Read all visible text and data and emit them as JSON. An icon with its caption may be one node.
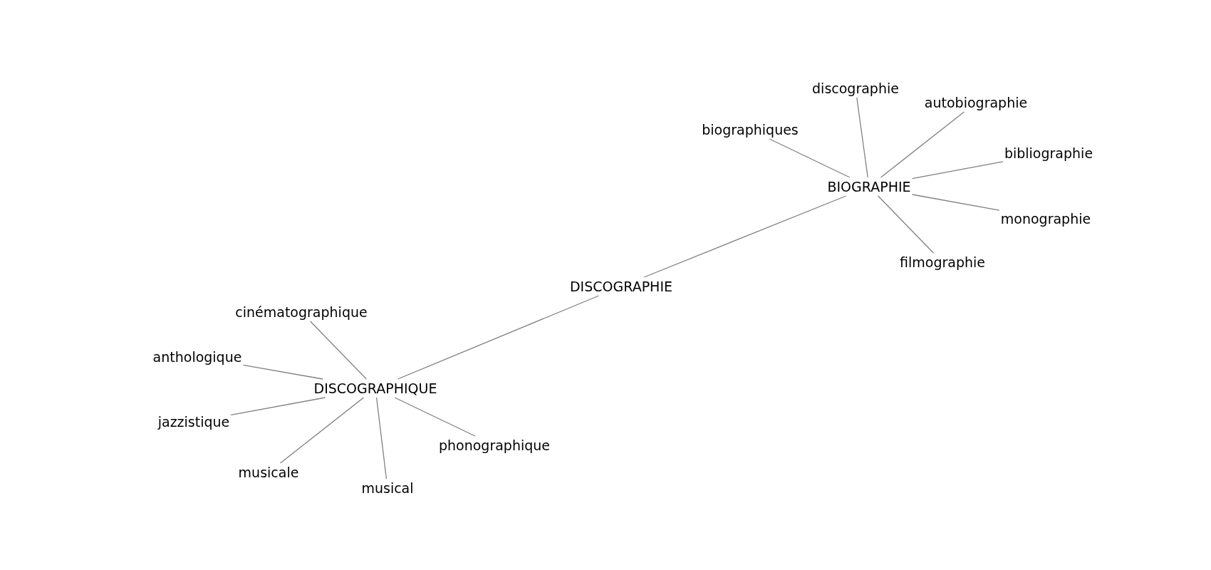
{
  "diagram": {
    "nodes": [
      {
        "text": [
          "discographie"
        ]
      },
      {
        "text": [
          "autobiographie"
        ]
      },
      {
        "text": [
          "biographiques"
        ]
      },
      {
        "text": [
          "bibliographie"
        ]
      },
      {
        "text": [
          "BIOGRAPHIE"
        ]
      },
      {
        "text": [
          "monographie"
        ]
      },
      {
        "text": [
          "filmographie"
        ]
      },
      {
        "text": [
          "DISCOGRAPHIE"
        ]
      },
      {
        "text": [
          "cinématographique"
        ]
      },
      {
        "text": [
          "anthologique"
        ]
      },
      {
        "text": [
          "DISCOGRAPHIQUE"
        ]
      },
      {
        "text": [
          "jazzistique"
        ]
      },
      {
        "text": [
          "phonographique"
        ]
      },
      {
        "text": [
          "musicale"
        ]
      },
      {
        "text": [
          "musical"
        ]
      }
    ],
    "edges": [
      {
        "from": 4,
        "to": 0,
        "arrow": "none"
      },
      {
        "from": 4,
        "to": 1,
        "arrow": "none"
      },
      {
        "from": 4,
        "to": 2,
        "arrow": "none"
      },
      {
        "from": 4,
        "to": 3,
        "arrow": "none"
      },
      {
        "from": 4,
        "to": 5,
        "arrow": "none"
      },
      {
        "from": 4,
        "to": 6,
        "arrow": "none"
      },
      {
        "from": 7,
        "to": 4,
        "arrow": "none"
      },
      {
        "from": 7,
        "to": 10,
        "arrow": "none"
      },
      {
        "from": 10,
        "to": 8,
        "arrow": "none"
      },
      {
        "from": 10,
        "to": 9,
        "arrow": "none"
      },
      {
        "from": 10,
        "to": 11,
        "arrow": "none"
      },
      {
        "from": 10,
        "to": 12,
        "arrow": "none"
      },
      {
        "from": 10,
        "to": 13,
        "arrow": "none"
      },
      {
        "from": 10,
        "to": 14,
        "arrow": "none"
      }
    ]
  }
}
